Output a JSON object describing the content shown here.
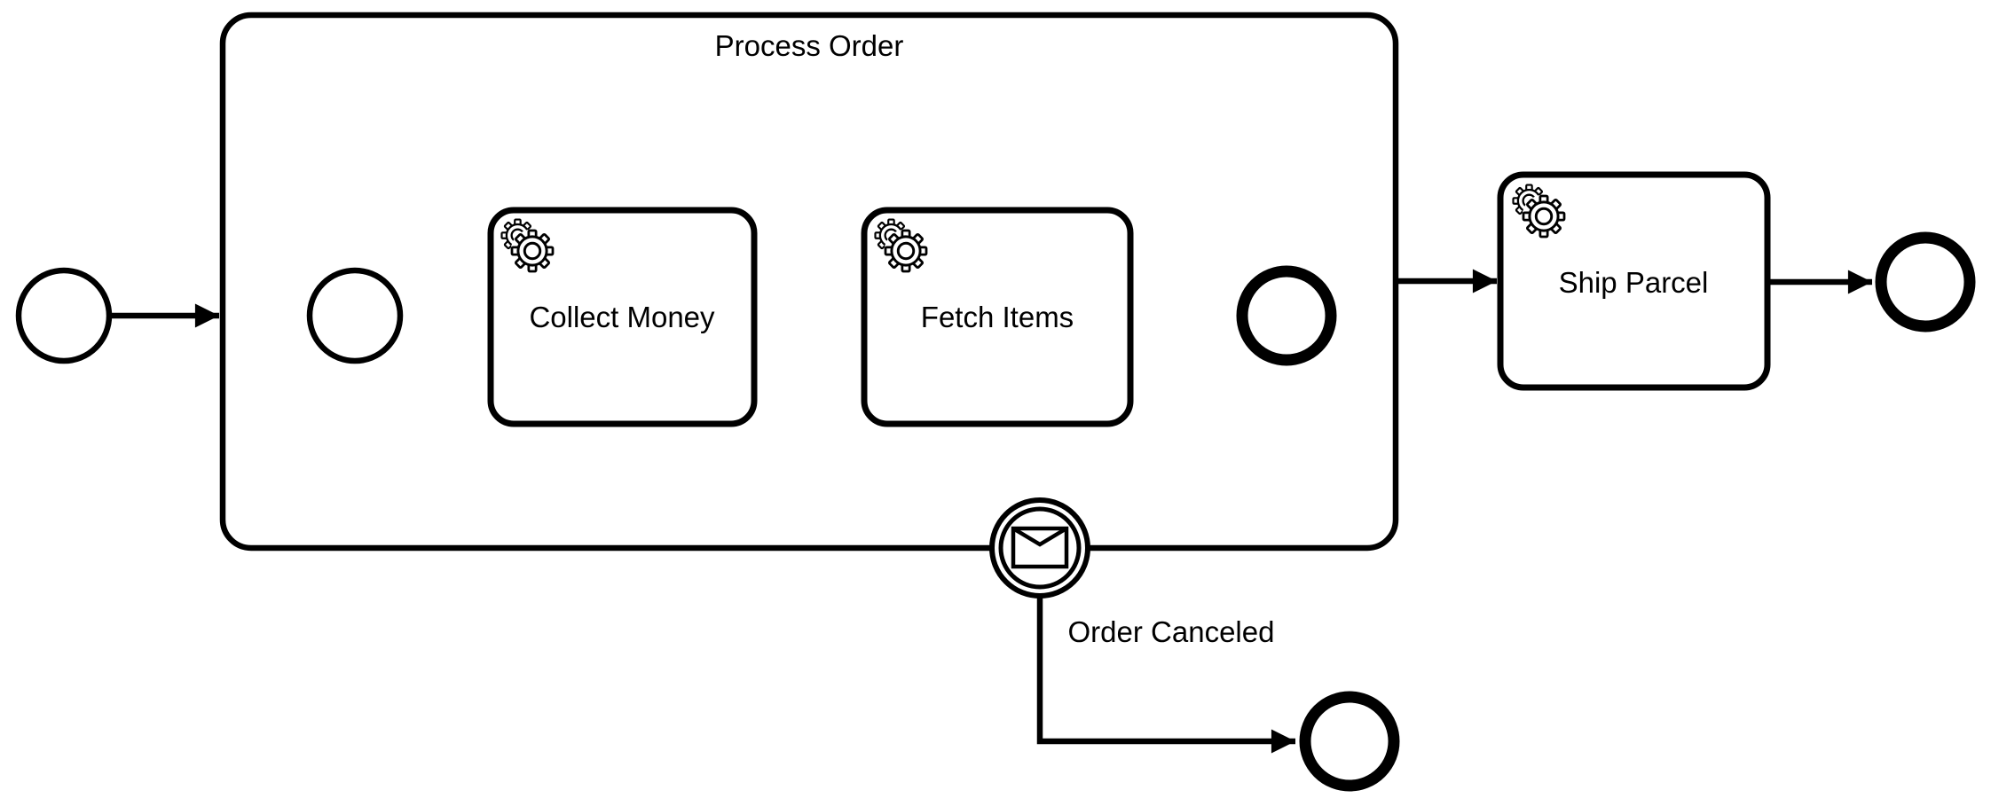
{
  "diagram": {
    "type": "bpmn-process-diagram",
    "colors": {
      "stroke": "#000000",
      "fill": "#ffffff",
      "background": "#ffffff"
    },
    "subprocess": {
      "title": "Process Order",
      "kind": "expanded-subprocess"
    },
    "tasks": [
      {
        "label": "Collect Money",
        "kind": "service-task",
        "icon": "gears-icon"
      },
      {
        "label": "Fetch Items",
        "kind": "service-task",
        "icon": "gears-icon"
      },
      {
        "label": "Ship Parcel",
        "kind": "service-task",
        "icon": "gears-icon"
      }
    ],
    "events": {
      "outer_start": {
        "kind": "start-event"
      },
      "inner_start": {
        "kind": "start-event"
      },
      "inner_end": {
        "kind": "end-event"
      },
      "boundary": {
        "label": "Order Canceled",
        "kind": "message-boundary-event",
        "icon": "envelope-icon"
      },
      "canceled_end": {
        "kind": "end-event"
      },
      "final_end": {
        "kind": "end-event"
      }
    }
  }
}
